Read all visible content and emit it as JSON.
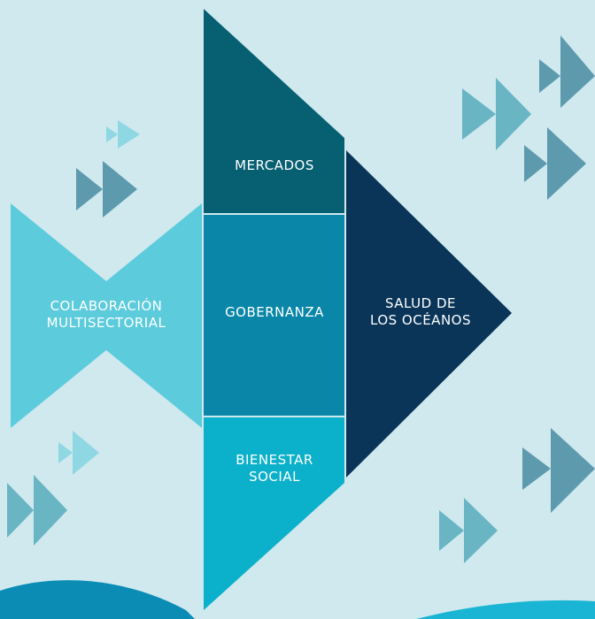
{
  "colors": {
    "background": "#cfe9ef",
    "collaboration": "#5ccbdc",
    "markets": "#066072",
    "governance": "#0a87a8",
    "wellbeing": "#0bb0ca",
    "ocean_health": "#0a3558",
    "fish_dark": "#5d9aae",
    "fish_mid": "#69b5c4",
    "fish_light": "#8fd8e3",
    "wave_left": "#0b8cb5",
    "wave_right": "#1ab5d4"
  },
  "diagram": {
    "collaboration": [
      "COLABORACIÓN",
      "MULTISECTORIAL"
    ],
    "markets": "MERCADOS",
    "governance": "GOBERNANZA",
    "wellbeing": [
      "BIENESTAR",
      "SOCIAL"
    ],
    "ocean_health": [
      "SALUD DE",
      "LOS OCÉANOS"
    ]
  },
  "decorations": {
    "fish_icons": [
      "fish-icon",
      "fish-icon",
      "fish-icon",
      "fish-icon",
      "fish-icon",
      "fish-icon",
      "fish-icon",
      "fish-icon",
      "fish-icon",
      "fish-icon"
    ]
  }
}
